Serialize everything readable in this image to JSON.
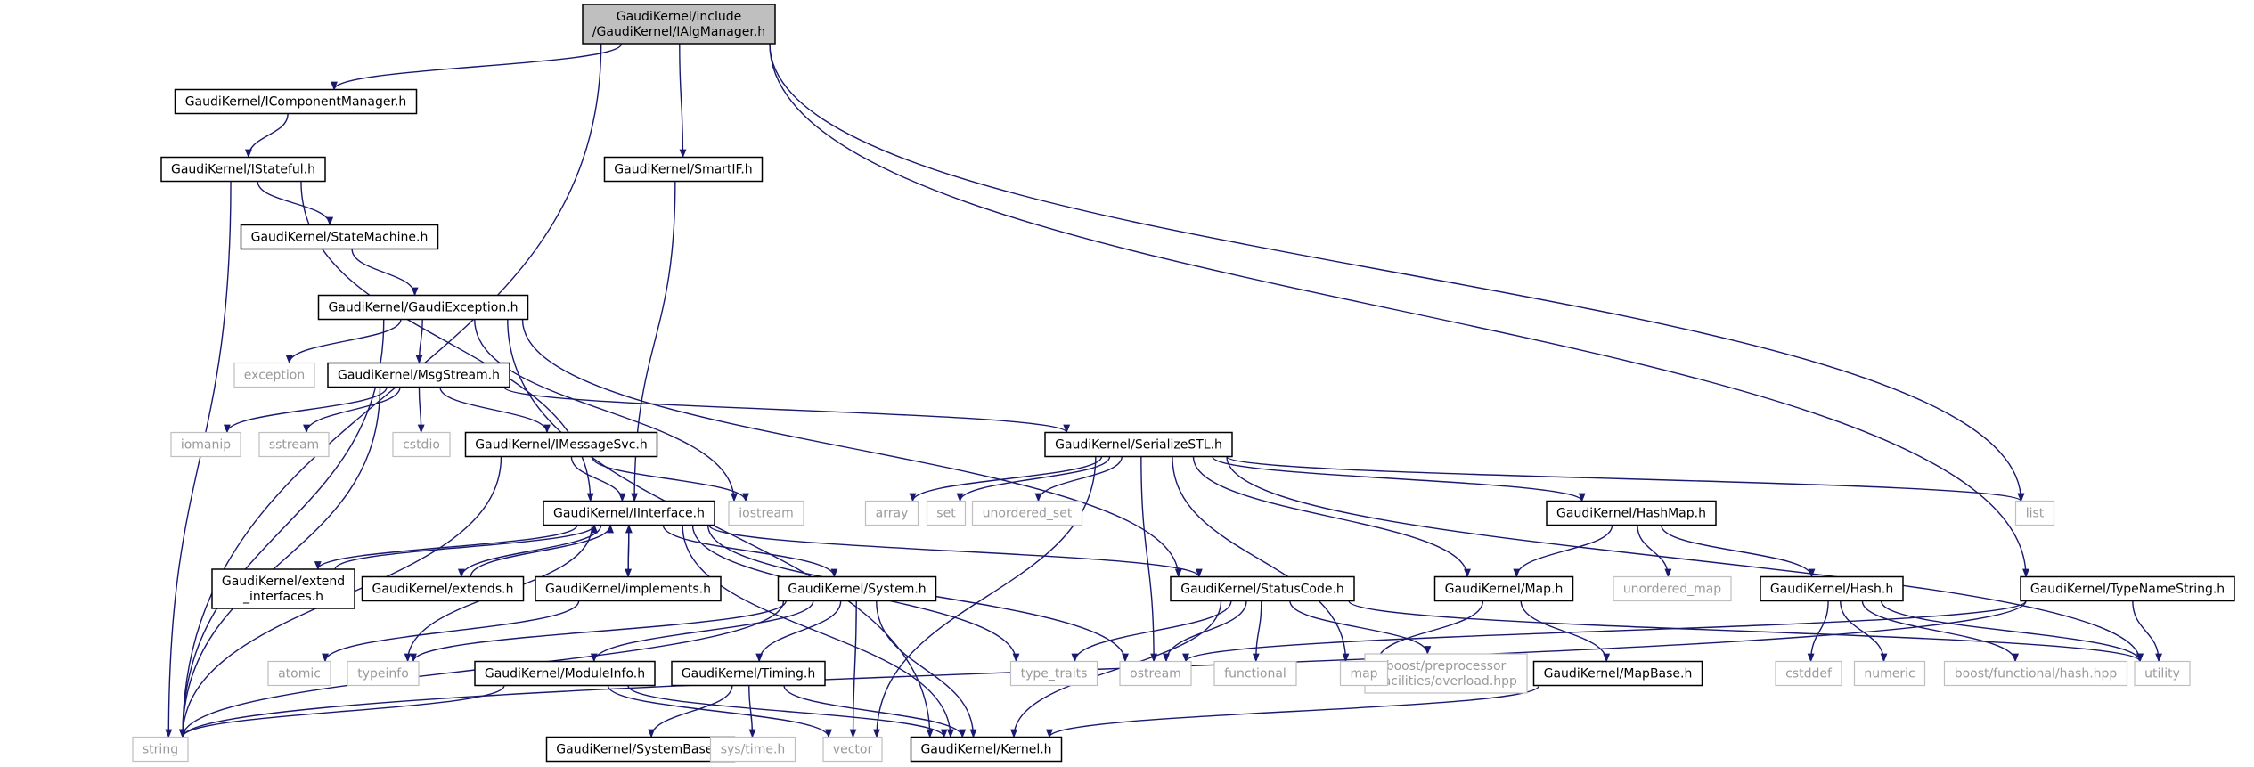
{
  "colors": {
    "edge": "#191970",
    "root_fill": "#bfbfbf",
    "node_border": "#000000",
    "external_border": "#bfbfbf",
    "external_text": "#9a9a9a"
  },
  "nodes": [
    {
      "id": "root",
      "lines": [
        "GaudiKernel/include",
        "/GaudiKernel/IAlgManager.h"
      ],
      "kind": "root"
    },
    {
      "id": "icompmgr",
      "lines": [
        "GaudiKernel/IComponentManager.h"
      ],
      "kind": "local"
    },
    {
      "id": "smartif",
      "lines": [
        "GaudiKernel/SmartIF.h"
      ],
      "kind": "local"
    },
    {
      "id": "typenamestring",
      "lines": [
        "GaudiKernel/TypeNameString.h"
      ],
      "kind": "local"
    },
    {
      "id": "istateful",
      "lines": [
        "GaudiKernel/IStateful.h"
      ],
      "kind": "local"
    },
    {
      "id": "statemachine",
      "lines": [
        "GaudiKernel/StateMachine.h"
      ],
      "kind": "local"
    },
    {
      "id": "gaudiexception",
      "lines": [
        "GaudiKernel/GaudiException.h"
      ],
      "kind": "local"
    },
    {
      "id": "msgstream",
      "lines": [
        "GaudiKernel/MsgStream.h"
      ],
      "kind": "local"
    },
    {
      "id": "imessagesvc",
      "lines": [
        "GaudiKernel/IMessageSvc.h"
      ],
      "kind": "local"
    },
    {
      "id": "iinterface",
      "lines": [
        "GaudiKernel/IInterface.h"
      ],
      "kind": "local"
    },
    {
      "id": "serializestl",
      "lines": [
        "GaudiKernel/SerializeSTL.h"
      ],
      "kind": "local"
    },
    {
      "id": "hashmap",
      "lines": [
        "GaudiKernel/HashMap.h"
      ],
      "kind": "local"
    },
    {
      "id": "map_h",
      "lines": [
        "GaudiKernel/Map.h"
      ],
      "kind": "local"
    },
    {
      "id": "hash_h",
      "lines": [
        "GaudiKernel/Hash.h"
      ],
      "kind": "local"
    },
    {
      "id": "statuscode",
      "lines": [
        "GaudiKernel/StatusCode.h"
      ],
      "kind": "local"
    },
    {
      "id": "system_h",
      "lines": [
        "GaudiKernel/System.h"
      ],
      "kind": "local"
    },
    {
      "id": "extend_interfaces",
      "lines": [
        "GaudiKernel/extend",
        "_interfaces.h"
      ],
      "kind": "local"
    },
    {
      "id": "extends",
      "lines": [
        "GaudiKernel/extends.h"
      ],
      "kind": "local"
    },
    {
      "id": "implements",
      "lines": [
        "GaudiKernel/implements.h"
      ],
      "kind": "local"
    },
    {
      "id": "moduleinfo",
      "lines": [
        "GaudiKernel/ModuleInfo.h"
      ],
      "kind": "local"
    },
    {
      "id": "timing",
      "lines": [
        "GaudiKernel/Timing.h"
      ],
      "kind": "local"
    },
    {
      "id": "mapbase",
      "lines": [
        "GaudiKernel/MapBase.h"
      ],
      "kind": "local"
    },
    {
      "id": "systembase",
      "lines": [
        "GaudiKernel/SystemBase.h"
      ],
      "kind": "local"
    },
    {
      "id": "kernel",
      "lines": [
        "GaudiKernel/Kernel.h"
      ],
      "kind": "local"
    },
    {
      "id": "string",
      "lines": [
        "string"
      ],
      "kind": "external"
    },
    {
      "id": "list",
      "lines": [
        "list"
      ],
      "kind": "external"
    },
    {
      "id": "exception",
      "lines": [
        "exception"
      ],
      "kind": "external"
    },
    {
      "id": "iomanip",
      "lines": [
        "iomanip"
      ],
      "kind": "external"
    },
    {
      "id": "sstream",
      "lines": [
        "sstream"
      ],
      "kind": "external"
    },
    {
      "id": "cstdio",
      "lines": [
        "cstdio"
      ],
      "kind": "external"
    },
    {
      "id": "iostream",
      "lines": [
        "iostream"
      ],
      "kind": "external"
    },
    {
      "id": "array",
      "lines": [
        "array"
      ],
      "kind": "external"
    },
    {
      "id": "set",
      "lines": [
        "set"
      ],
      "kind": "external"
    },
    {
      "id": "unordered_set",
      "lines": [
        "unordered_set"
      ],
      "kind": "external"
    },
    {
      "id": "unordered_map",
      "lines": [
        "unordered_map"
      ],
      "kind": "external"
    },
    {
      "id": "atomic",
      "lines": [
        "atomic"
      ],
      "kind": "external"
    },
    {
      "id": "typeinfo",
      "lines": [
        "typeinfo"
      ],
      "kind": "external"
    },
    {
      "id": "type_traits",
      "lines": [
        "type_traits"
      ],
      "kind": "external"
    },
    {
      "id": "ostream",
      "lines": [
        "ostream"
      ],
      "kind": "external"
    },
    {
      "id": "functional",
      "lines": [
        "functional"
      ],
      "kind": "external"
    },
    {
      "id": "overload",
      "lines": [
        "boost/preprocessor",
        "/facilities/overload.hpp"
      ],
      "kind": "external"
    },
    {
      "id": "map",
      "lines": [
        "map"
      ],
      "kind": "external"
    },
    {
      "id": "cstddef",
      "lines": [
        "cstddef"
      ],
      "kind": "external"
    },
    {
      "id": "numeric",
      "lines": [
        "numeric"
      ],
      "kind": "external"
    },
    {
      "id": "boosthash",
      "lines": [
        "boost/functional/hash.hpp"
      ],
      "kind": "external"
    },
    {
      "id": "utility",
      "lines": [
        "utility"
      ],
      "kind": "external"
    },
    {
      "id": "systime",
      "lines": [
        "sys/time.h"
      ],
      "kind": "external"
    },
    {
      "id": "vector",
      "lines": [
        "vector"
      ],
      "kind": "external"
    }
  ],
  "edges": [
    [
      "root",
      "string"
    ],
    [
      "root",
      "icompmgr"
    ],
    [
      "root",
      "smartif"
    ],
    [
      "root",
      "list"
    ],
    [
      "root",
      "typenamestring"
    ],
    [
      "icompmgr",
      "istateful"
    ],
    [
      "istateful",
      "string"
    ],
    [
      "istateful",
      "statemachine"
    ],
    [
      "istateful",
      "iinterface"
    ],
    [
      "statemachine",
      "gaudiexception"
    ],
    [
      "smartif",
      "iinterface"
    ],
    [
      "gaudiexception",
      "string"
    ],
    [
      "gaudiexception",
      "exception"
    ],
    [
      "gaudiexception",
      "msgstream"
    ],
    [
      "gaudiexception",
      "iostream"
    ],
    [
      "gaudiexception",
      "statuscode"
    ],
    [
      "gaudiexception",
      "kernel"
    ],
    [
      "msgstream",
      "iomanip"
    ],
    [
      "msgstream",
      "sstream"
    ],
    [
      "msgstream",
      "cstdio"
    ],
    [
      "msgstream",
      "string"
    ],
    [
      "msgstream",
      "imessagesvc"
    ],
    [
      "msgstream",
      "serializestl"
    ],
    [
      "imessagesvc",
      "iinterface"
    ],
    [
      "imessagesvc",
      "iostream"
    ],
    [
      "imessagesvc",
      "string"
    ],
    [
      "serializestl",
      "array"
    ],
    [
      "serializestl",
      "set"
    ],
    [
      "serializestl",
      "unordered_set"
    ],
    [
      "serializestl",
      "hashmap"
    ],
    [
      "serializestl",
      "map_h"
    ],
    [
      "serializestl",
      "list"
    ],
    [
      "serializestl",
      "map"
    ],
    [
      "serializestl",
      "ostream"
    ],
    [
      "serializestl",
      "vector"
    ],
    [
      "serializestl",
      "utility"
    ],
    [
      "iinterface",
      "extend_interfaces"
    ],
    [
      "iinterface",
      "extends"
    ],
    [
      "iinterface",
      "implements"
    ],
    [
      "iinterface",
      "system_h"
    ],
    [
      "iinterface",
      "statuscode"
    ],
    [
      "iinterface",
      "ostream"
    ],
    [
      "iinterface",
      "type_traits"
    ],
    [
      "iinterface",
      "typeinfo"
    ],
    [
      "iinterface",
      "kernel"
    ],
    [
      "extend_interfaces",
      "iinterface"
    ],
    [
      "extends",
      "iinterface"
    ],
    [
      "implements",
      "iinterface"
    ],
    [
      "implements",
      "atomic"
    ],
    [
      "hashmap",
      "map_h"
    ],
    [
      "hashmap",
      "unordered_map"
    ],
    [
      "hashmap",
      "hash_h"
    ],
    [
      "map_h",
      "map"
    ],
    [
      "map_h",
      "mapbase"
    ],
    [
      "hash_h",
      "cstddef"
    ],
    [
      "hash_h",
      "numeric"
    ],
    [
      "hash_h",
      "boosthash"
    ],
    [
      "hash_h",
      "utility"
    ],
    [
      "statuscode",
      "type_traits"
    ],
    [
      "statuscode",
      "ostream"
    ],
    [
      "statuscode",
      "functional"
    ],
    [
      "statuscode",
      "overload"
    ],
    [
      "statuscode",
      "utility"
    ],
    [
      "statuscode",
      "kernel"
    ],
    [
      "system_h",
      "typeinfo"
    ],
    [
      "system_h",
      "moduleinfo"
    ],
    [
      "system_h",
      "timing"
    ],
    [
      "system_h",
      "string"
    ],
    [
      "system_h",
      "vector"
    ],
    [
      "system_h",
      "kernel"
    ],
    [
      "moduleinfo",
      "string"
    ],
    [
      "moduleinfo",
      "vector"
    ],
    [
      "moduleinfo",
      "kernel"
    ],
    [
      "timing",
      "systembase"
    ],
    [
      "timing",
      "systime"
    ],
    [
      "timing",
      "kernel"
    ],
    [
      "mapbase",
      "kernel"
    ],
    [
      "typenamestring",
      "ostream"
    ],
    [
      "typenamestring",
      "string"
    ],
    [
      "typenamestring",
      "utility"
    ]
  ]
}
